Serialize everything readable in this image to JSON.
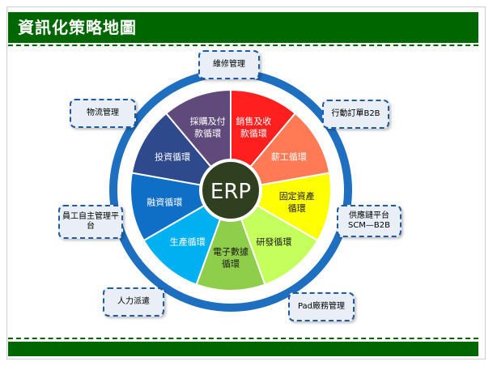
{
  "title": "資訊化策略地圖",
  "center_label": "ERP",
  "segments": [
    {
      "lines": [
        "銷售及收",
        "款循環"
      ],
      "color": "#ff1f1f"
    },
    {
      "lines": [
        "薪工循環"
      ],
      "color": "#ff7a55"
    },
    {
      "lines": [
        "固定資產",
        "循環"
      ],
      "color": "#ffff00"
    },
    {
      "lines": [
        "研發循環"
      ],
      "color": "#c4ff5e"
    },
    {
      "lines": [
        "電子數據",
        "循環"
      ],
      "color": "#8fce4a"
    },
    {
      "lines": [
        "生產循環"
      ],
      "color": "#00b0f0"
    },
    {
      "lines": [
        "融資循環"
      ],
      "color": "#0f6fc6"
    },
    {
      "lines": [
        "投資循環"
      ],
      "color": "#2e4a8c"
    },
    {
      "lines": [
        "採購及付",
        "款循環"
      ],
      "color": "#604a7b"
    }
  ],
  "outer_nodes": [
    {
      "label": "維修管理"
    },
    {
      "label": "行動訂單B2B"
    },
    {
      "label": "供應鏈平台\nSCM—B2B"
    },
    {
      "label": "Pad廠務管理"
    },
    {
      "label": "人力派遣"
    },
    {
      "label": "員工自主管理平\n台"
    },
    {
      "label": "物流管理"
    }
  ],
  "colors": {
    "brand_green": "#006600",
    "ring_blue": "#1f6fc0",
    "hub_fill": "#2f3f1f",
    "node_fill": "#e9eef7",
    "node_border": "#1f5aa6"
  }
}
